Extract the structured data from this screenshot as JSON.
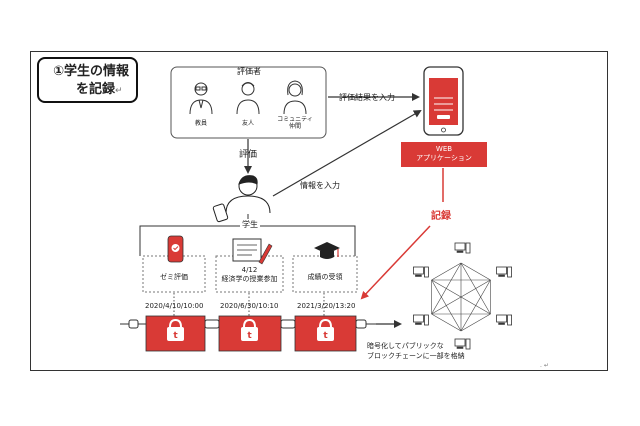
{
  "callout": {
    "line1": "①学生の情報",
    "line2": "を記録",
    "return_mark": "↵"
  },
  "evaluators": {
    "title": "評価者",
    "people": [
      {
        "label": "教員",
        "icon": "teacher-icon"
      },
      {
        "label": "友人",
        "icon": "friend-icon"
      },
      {
        "label": "コミュニティ\n仲間",
        "icon": "community-member-icon"
      }
    ]
  },
  "flow": {
    "evaluation": "評価",
    "evaluation_result_input": "評価結果を入力",
    "info_input": "情報を入力",
    "record": "記録"
  },
  "web_app": {
    "line1": "WEB",
    "line2": "アプリケーション"
  },
  "student": {
    "label": "学生"
  },
  "activities": [
    {
      "label": "ゼミ評価",
      "icon": "smartphone-check-icon"
    },
    {
      "label": "4/12\n経済学の授業参加",
      "icon": "notebook-pen-icon"
    },
    {
      "label": "成績の受領",
      "icon": "graduation-cap-icon"
    }
  ],
  "blocks": [
    {
      "timestamp": "2020/4/10/10:00"
    },
    {
      "timestamp": "2020/6/30/10:10"
    },
    {
      "timestamp": "2021/3/20/13:20"
    }
  ],
  "public_chain": {
    "caption_line1": "暗号化してパブリックな",
    "caption_line2": "ブロックチェーンに一部を格納"
  },
  "colors": {
    "accent": "#d93a36",
    "line": "#333333",
    "frame": "#333333"
  }
}
